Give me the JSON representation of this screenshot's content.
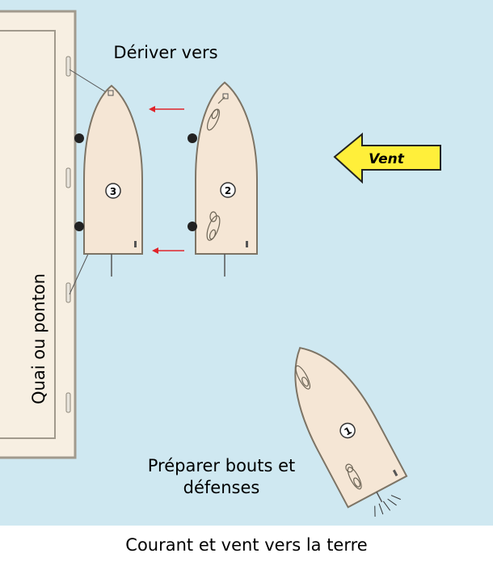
{
  "labels": {
    "drift_to": "Dériver vers",
    "wind": "Vent",
    "dock": "Quai ou ponton",
    "prepare": "Préparer bouts et",
    "prepare_line2": "défenses",
    "caption": "Courant et vent vers la terre"
  },
  "boats": [
    {
      "number": "3"
    },
    {
      "number": "2"
    },
    {
      "number": "1"
    }
  ],
  "colors": {
    "water": "#cfe8f1",
    "dock_fill": "#f7efe2",
    "dock_border": "#a19a8d",
    "hull_fill": "#f5e6d5",
    "hull_stroke": "#7d7465",
    "arrow_fill": "#ffef3a",
    "drift_arrow": "#e0242a",
    "fender": "#222222"
  }
}
